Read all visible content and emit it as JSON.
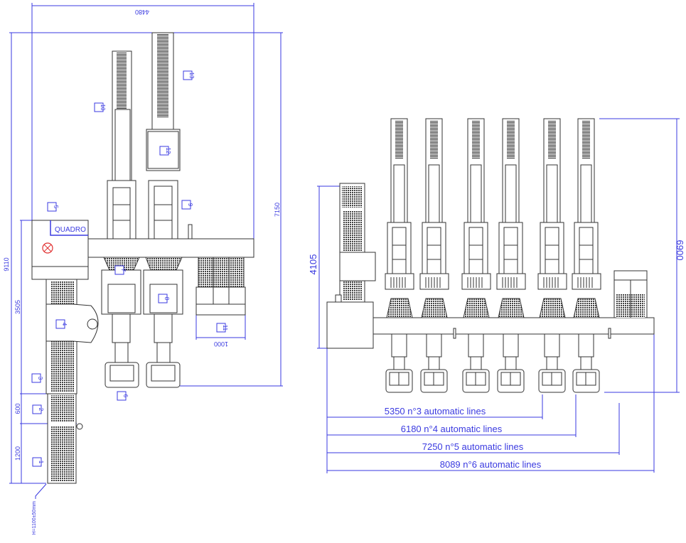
{
  "plan_view": {
    "dimensions": {
      "width_total": "4480",
      "height_total": "9110",
      "height_lines": "7150",
      "segment_robot": "3505",
      "segment_conveyor2": "600",
      "segment_conveyor1": "1200",
      "box_width": "1000",
      "height_note": "H=1100±50mm"
    },
    "panel_label": "QUADRO",
    "item_labels": [
      "1",
      "2",
      "3",
      "4",
      "5",
      "6",
      "7",
      "8",
      "9",
      "10",
      "11",
      "12",
      "13"
    ]
  },
  "front_view": {
    "dimensions": {
      "left_height": "4105",
      "right_height": "6900"
    },
    "line_options": [
      {
        "label": "5350 n°3 automatic lines"
      },
      {
        "label": "6180 n°4 automatic lines"
      },
      {
        "label": "7250 n°5 automatic lines"
      },
      {
        "label": "8089 n°6 automatic lines"
      }
    ],
    "line_count": 6
  },
  "colors": {
    "dimension": "#3a3ae0",
    "outline": "#333333"
  }
}
